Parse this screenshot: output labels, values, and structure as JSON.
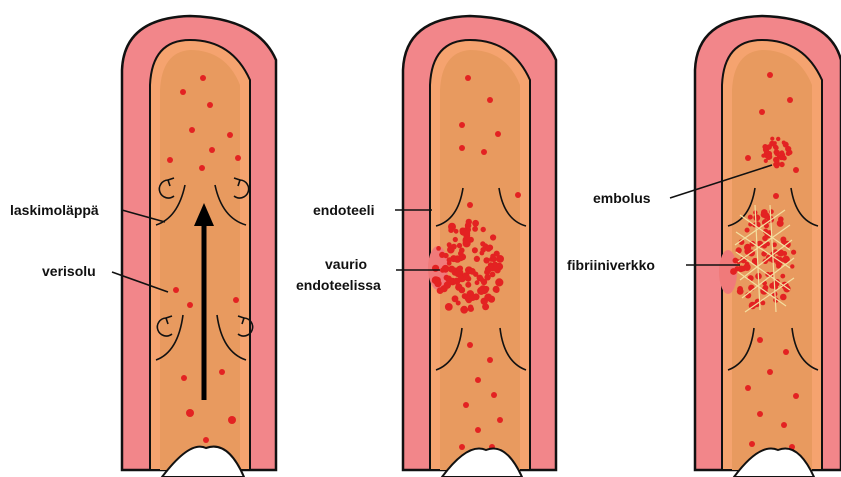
{
  "colors": {
    "wall": "#f2868a",
    "wall_edge": "#111111",
    "inner_wall": "#e9a06a",
    "lumen": "#e89a5f",
    "cell": "#e32222",
    "fibrin": "#f3dfa0",
    "arrow": "#000000"
  },
  "labels": {
    "valve": "laskimoläppä",
    "blood_cell": "verisolu",
    "endothelium": "endoteeli",
    "damage_line1": "vaurio",
    "damage_line2": "endoteelissa",
    "embolus": "embolus",
    "fibrin_net": "fibriiniverkko"
  },
  "icons": {
    "flow_arrow": "up-arrow-icon",
    "eddy": "circular-arrow-icon"
  }
}
